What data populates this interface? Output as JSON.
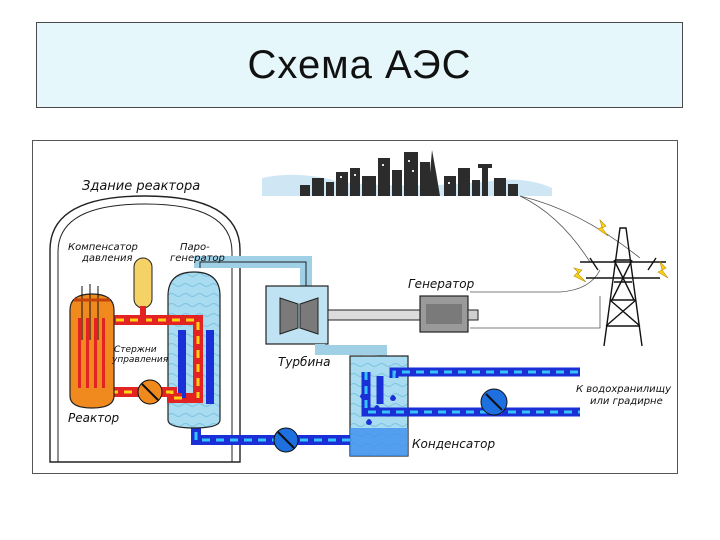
{
  "title": "Схема АЭС",
  "labels": {
    "reactor_building": "Здание реактора",
    "pressurizer_line1": "Компенсатор",
    "pressurizer_line2": "давления",
    "steam_gen_line1": "Паро-",
    "steam_gen_line2": "генератор",
    "control_rods_line1": "Стержни",
    "control_rods_line2": "управления",
    "reactor": "Реактор",
    "turbine": "Турбина",
    "generator": "Генератор",
    "condenser": "Конденсатор",
    "outlet_line1": "К водохранилищу",
    "outlet_line2": "или градирне"
  },
  "colors": {
    "hot_loop": "#e32222",
    "hot_dash": "#ffd21a",
    "cold_loop": "#1b2fd6",
    "cool_dash": "#36c3ff",
    "steam": "#bfe3f2",
    "vessel_fill": "#9fd6ec",
    "core": "#f08a1e",
    "pressurizer": "#f4d266",
    "city": "#333333",
    "sky": "#cfe7f5"
  }
}
